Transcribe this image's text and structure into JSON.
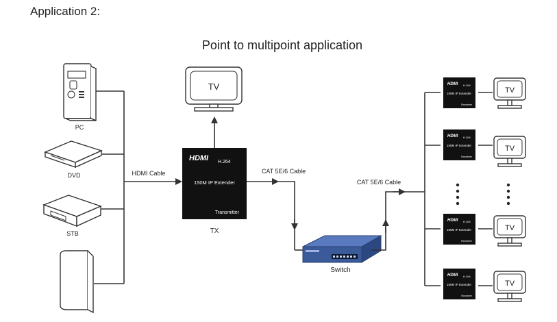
{
  "header": "Application 2:",
  "title": "Point to multipoint  application",
  "sources": [
    {
      "label": "PC"
    },
    {
      "label": "DVD"
    },
    {
      "label": "STB"
    },
    {
      "label": ""
    }
  ],
  "cables": {
    "hdmi": "HDMI Cable",
    "cat_left": "CAT 5E/6 Cable",
    "cat_right": "CAT 5E/6 Cable"
  },
  "transmitter": {
    "brand": "HDMI",
    "codec": "H.264",
    "model": "150M IP Extender",
    "role": "Transmitter",
    "caption": "TX"
  },
  "tv_label": "TV",
  "switch_label": "Switch",
  "receivers": [
    {
      "brand": "HDMI",
      "codec": "H.264",
      "model": "150M IP Extender",
      "role": "Receiver",
      "tv": "TV"
    },
    {
      "brand": "HDMI",
      "codec": "H.264",
      "model": "150M IP Extender",
      "role": "Receiver",
      "tv": "TV"
    },
    {
      "brand": "HDMI",
      "codec": "H.264",
      "model": "150M IP Extender",
      "role": "Receiver",
      "tv": "TV"
    },
    {
      "brand": "HDMI",
      "codec": "H.264",
      "model": "150M IP Extender",
      "role": "Receiver",
      "tv": "TV"
    }
  ],
  "colors": {
    "line": "#333333",
    "device": "#111111",
    "switch": "#3a5a9a"
  }
}
